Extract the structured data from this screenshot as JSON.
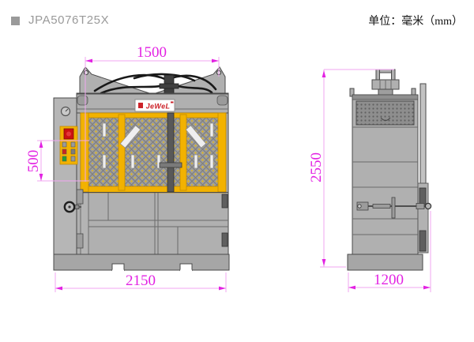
{
  "header": {
    "title": "JPA5076T25X",
    "unit_label": "单位：毫米（mm）"
  },
  "brand": {
    "label_text": "JeWeL"
  },
  "diagram": {
    "views": [
      "front-view",
      "side-view"
    ],
    "dimensions": {
      "top_width_mm": "1500",
      "control_panel_height_mm": "500",
      "base_width_mm": "2150",
      "overall_height_mm": "2550",
      "depth_mm": "1200"
    },
    "colors": {
      "dimension_text": "#e322e3",
      "dimension_line": "#f0a6f0",
      "machine_body": "#b0b0b0",
      "guard_yellow": "#f2b200",
      "brand_red": "#cc2229",
      "estop_red": "#cc1111",
      "button_green": "#22a033"
    }
  }
}
